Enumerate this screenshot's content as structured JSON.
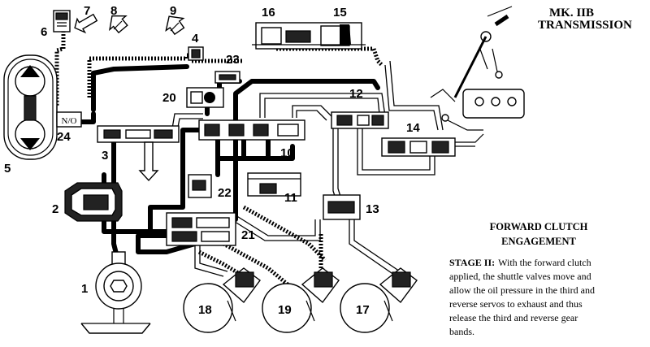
{
  "title": {
    "line1": "MK. IIB",
    "line2": "TRANSMISSION"
  },
  "caption": {
    "heading1": "FORWARD CLUTCH",
    "heading2": "ENGAGEMENT",
    "stage_label": "STAGE II:",
    "lines": [
      "With the forward clutch",
      "applied, the shuttle valves move and",
      "allow the oil pressure in the third and",
      "reverse servos to exhaust and thus",
      "release the third and reverse gear",
      "bands."
    ]
  },
  "component_numbers": {
    "n1": "1",
    "n2": "2",
    "n3": "3",
    "n4": "4",
    "n5": "5",
    "n6": "6",
    "n7": "7",
    "n8": "8",
    "n9": "9",
    "n10": "10",
    "n11": "11",
    "n12": "12",
    "n13": "13",
    "n14": "14",
    "n15": "15",
    "n16": "16",
    "n17": "17",
    "n18": "18",
    "n19": "19",
    "n20": "20",
    "n21": "21",
    "n22": "22",
    "n23": "23",
    "n24": "24"
  },
  "valve_label_24": "N/O"
}
